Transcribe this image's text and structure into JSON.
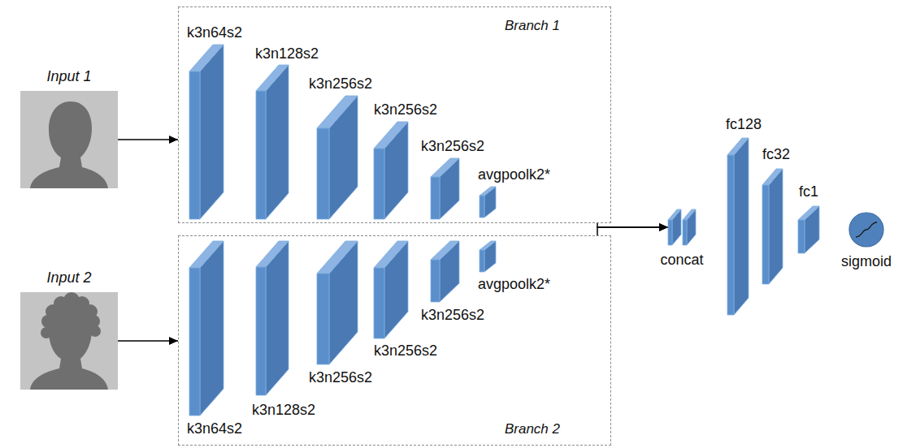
{
  "diagram": {
    "nodes": [
      {
        "text": [
          "Input 1"
        ]
      },
      {
        "text": [
          "Branch 1"
        ]
      },
      {
        "text": [
          "k3n64s2"
        ],
        "in": 1
      },
      {
        "text": [
          "k3n128s2"
        ],
        "in": 1
      },
      {
        "text": [
          "k3n256s2"
        ],
        "in": 1
      },
      {
        "text": [
          "k3n256s2"
        ],
        "in": 1
      },
      {
        "text": [
          "k3n256s2"
        ],
        "in": 1
      },
      {
        "text": [
          "avgpoolk2*"
        ],
        "in": 1
      },
      {
        "text": [
          "Input 2"
        ]
      },
      {
        "text": [
          "Branch 2"
        ]
      },
      {
        "text": [
          "k3n64s2"
        ],
        "in": 9
      },
      {
        "text": [
          "k3n128s2"
        ],
        "in": 9
      },
      {
        "text": [
          "k3n256s2"
        ],
        "in": 9
      },
      {
        "text": [
          "k3n256s2"
        ],
        "in": 9
      },
      {
        "text": [
          "k3n256s2"
        ],
        "in": 9
      },
      {
        "text": [
          "avgpoolk2*"
        ],
        "in": 9
      },
      {
        "text": [
          "concat"
        ]
      },
      {
        "text": [
          "fc128"
        ]
      },
      {
        "text": [
          "fc32"
        ]
      },
      {
        "text": [
          "fc1"
        ]
      },
      {
        "text": [
          "sigmoid"
        ]
      }
    ],
    "edges": [
      {
        "from": 0,
        "to": 1,
        "arrow": "to"
      },
      {
        "from": 8,
        "to": 9,
        "arrow": "to"
      },
      {
        "from": 1,
        "to": 16,
        "arrow": "to"
      },
      {
        "from": 9,
        "to": 16,
        "arrow": "to"
      }
    ]
  }
}
